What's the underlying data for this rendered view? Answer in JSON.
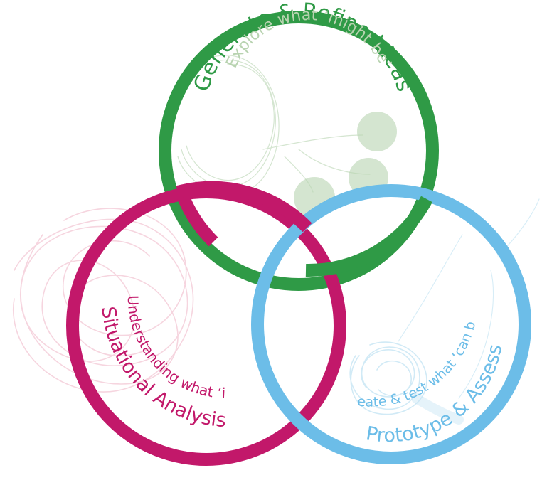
{
  "colors": {
    "green": "#2f9a46",
    "green_light": "#b8d3b0",
    "pink": "#c2186a",
    "pink_light": "#f3c7d4",
    "blue": "#6cbde8",
    "blue_light": "#c6e5f4",
    "background": "#ffffff"
  },
  "circles": {
    "generate": {
      "title": "Generate & Refine Ideas",
      "subtitle": "Explore what ‘might be’"
    },
    "situational": {
      "title": "Situational Analysis",
      "subtitle": "Understanding what ‘is’"
    },
    "prototype": {
      "title": "Prototype & Assess",
      "subtitle": "Create & test what ‘can be’"
    }
  }
}
